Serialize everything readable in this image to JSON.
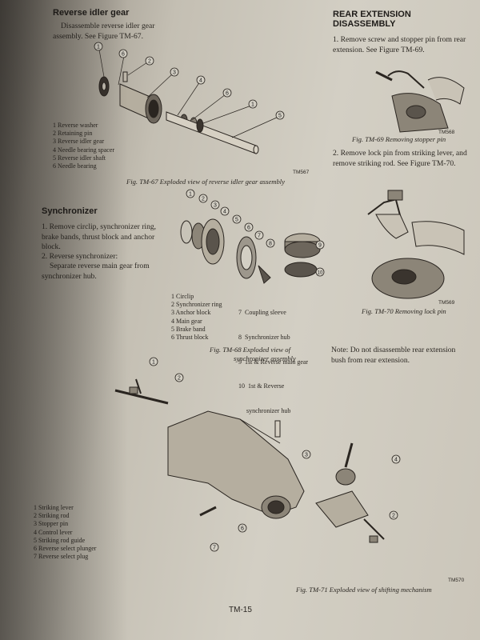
{
  "reverse_idler": {
    "heading": "Reverse idler gear",
    "text": "Disassemble reverse idler gear assembly. See Figure TM-67.",
    "parts": [
      "1  Reverse washer",
      "2  Retaining pin",
      "3  Reverse idler gear",
      "4  Needle bearing spacer",
      "5  Reverse idler shaft",
      "6  Needle bearing"
    ],
    "tm_code": "TM567",
    "caption": "Fig. TM-67  Exploded view of reverse idler gear assembly"
  },
  "rear_extension": {
    "heading_line1": "REAR EXTENSION",
    "heading_line2": "DISASSEMBLY",
    "step1": "1.  Remove screw and stopper pin from rear extension. See Figure TM-69.",
    "tm69_code": "TM568",
    "tm69_caption": "Fig. TM-69  Removing stopper pin",
    "step2": "2.  Remove lock pin from striking lever, and remove striking rod. See Figure TM-70.",
    "tm70_code": "TM569",
    "tm70_caption": "Fig. TM-70  Removing lock pin",
    "note": "Note:  Do not disassemble rear extension bush from rear extension."
  },
  "synchronizer": {
    "heading": "Synchronizer",
    "step1": "1.  Remove circlip, synchronizer ring, brake bands, thrust block and anchor block.",
    "step2": "2.  Reverse synchronizer:",
    "step2_detail": "Separate reverse main gear from synchronizer hub.",
    "parts_left": [
      "1  Circlip",
      "2  Synchronizer ring",
      "3  Anchor block",
      "4  Main gear",
      "5  Brake band",
      "6  Thrust block"
    ],
    "parts_right": [
      "7  Coupling sleeve",
      "8  Synchronizer hub",
      "9  1st & Reverse main gear",
      "10  1st & Reverse",
      "     synchronizer hub"
    ],
    "caption_line1": "Fig. TM-68  Exploded view of",
    "caption_line2": "synchronizer assembly"
  },
  "shifting": {
    "parts": [
      "1  Striking lever",
      "2  Striking rod",
      "3  Stopper pin",
      "4  Control lever",
      "5  Striking rod guide",
      "6  Reverse select plunger",
      "7  Reverse select plug"
    ],
    "tm_code": "TM570",
    "caption": "Fig. TM-71  Exploded view of shifting mechanism"
  },
  "page_number": "TM-15"
}
